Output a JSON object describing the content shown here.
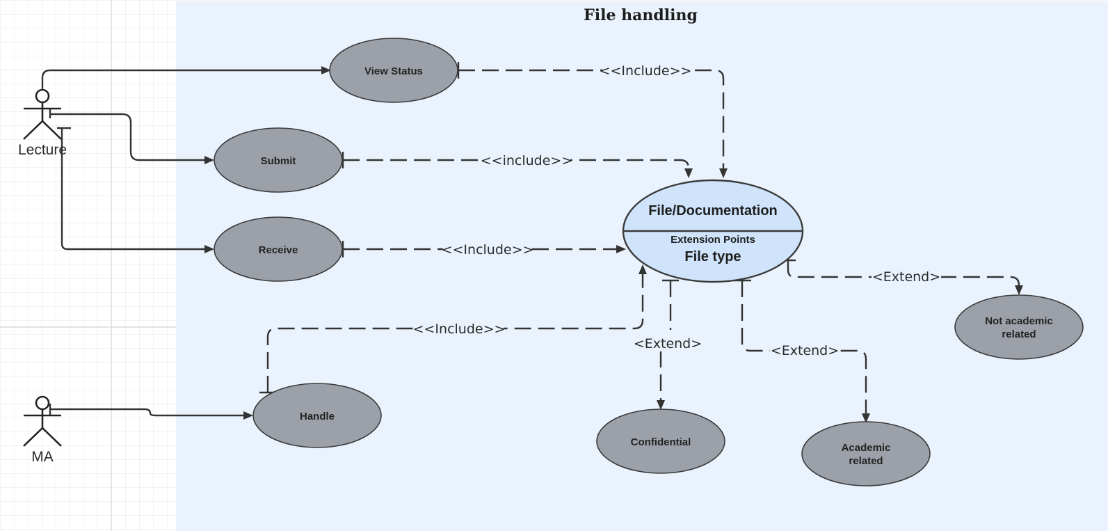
{
  "diagram": {
    "title": "File handling",
    "actors": {
      "lecture": "Lecture",
      "ma": "MA"
    },
    "use_cases": {
      "view_status": "View Status",
      "submit": "Submit",
      "receive": "Receive",
      "handle": "Handle",
      "confidential": "Confidential",
      "academic_line1": "Academic",
      "academic_line2": "related",
      "not_academic_line1": "Not academic",
      "not_academic_line2": "related"
    },
    "main_use_case": {
      "name": "File/Documentation",
      "extension_points_heading": "Extension Points",
      "extension_point": "File type"
    },
    "relations": {
      "view_status": "<<Include>>",
      "submit": "<<include>>",
      "receive": "<<Include>>",
      "handle": "<<Include>>",
      "extend_confidential": "<Extend>",
      "extend_academic": "<Extend>",
      "extend_not_academic": "<Extend>"
    },
    "colors": {
      "canvas_left": "#ffffff",
      "canvas_area": "#eaf3fd",
      "grid": "#d9d9d9",
      "use_case_fill": "#9ca0a8",
      "main_use_case_fill": "#cfe4fb",
      "line": "#333333"
    }
  }
}
